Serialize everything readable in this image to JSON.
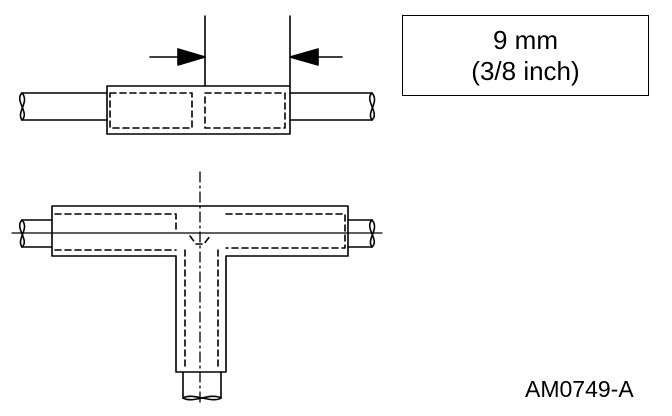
{
  "dimension": {
    "metric": "9 mm",
    "imperial": "(3/8 inch)"
  },
  "reference_code": "AM0749-A",
  "colors": {
    "line": "#000000",
    "background": "#ffffff"
  },
  "icons": {
    "dimension_arrow": "arrow-icon",
    "pipe_break": "break-mark-icon"
  }
}
